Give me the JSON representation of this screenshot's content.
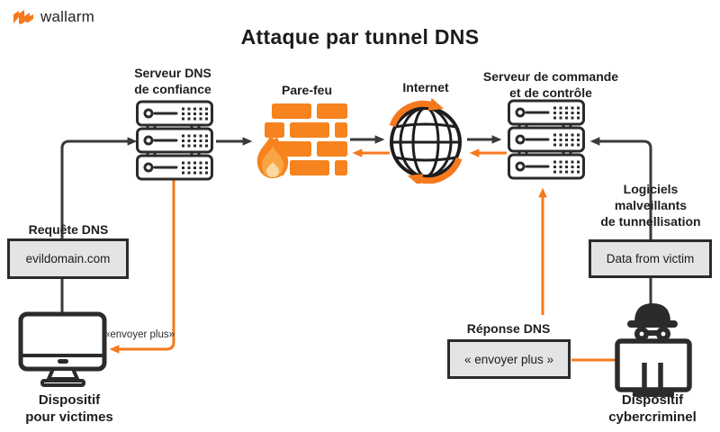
{
  "brand": {
    "name": "wallarm",
    "logo_icon": "wallarm-flame-icon"
  },
  "title": "Attaque par tunnel DNS",
  "colors": {
    "orange": "#F6831D",
    "arrow_orange": "#F5791D",
    "line_dark": "#3A3A3A",
    "icon_dark": "#2B2B2B",
    "box_fill": "#E4E4E4",
    "box_border": "#2B2B2B"
  },
  "nodes": {
    "dns_server": {
      "lines": [
        "Serveur DNS",
        "de confiance"
      ],
      "icon": "server-stack-icon"
    },
    "firewall": {
      "lines": [
        "Pare-feu"
      ],
      "icon": "firewall-brick-flame-icon"
    },
    "internet": {
      "lines": [
        "Internet"
      ],
      "icon": "globe-sync-arrows-icon"
    },
    "c2_server": {
      "lines": [
        "Serveur de commande",
        "et de contrôle"
      ],
      "icon": "server-stack-icon"
    },
    "victim": {
      "lines": [
        "Dispositif",
        "pour victimes"
      ],
      "icon": "monitor-icon"
    },
    "attacker": {
      "lines": [
        "Dispositif",
        "cybercriminel"
      ],
      "icon": "hacker-monitor-icon"
    }
  },
  "callouts": {
    "dns_request": {
      "title": "Requête DNS",
      "value": "evildomain.com"
    },
    "malware": {
      "lines": [
        "Logiciels",
        "malveillants",
        "de tunnellisation"
      ],
      "value": "Data from victim"
    },
    "dns_response": {
      "title": "Réponse DNS",
      "value": "« envoyer plus »"
    },
    "send_more_note": "«envoyer plus»"
  },
  "flows": {
    "request_color_meaning": "black arrows: DNS request path victim → DNS server → firewall → internet → C2 server",
    "response_color_meaning": "orange arrows: tunneled response path C2 server → internet → firewall / DNS server → victim"
  }
}
